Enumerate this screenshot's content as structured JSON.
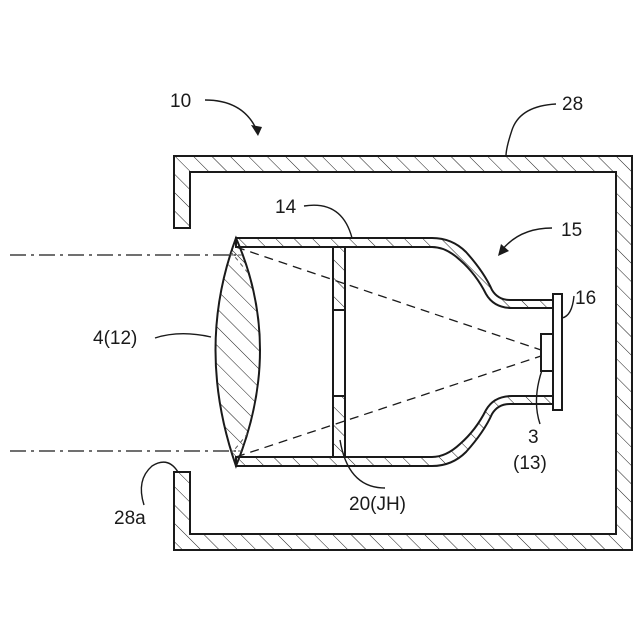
{
  "labels": {
    "device": "10",
    "housing": "28",
    "housing_edge": "28a",
    "barrel": "14",
    "package": "15",
    "board": "16",
    "sensor": "3",
    "sensor_alt": "(13)",
    "lens": "4(12)",
    "aperture": "20(JH)"
  }
}
